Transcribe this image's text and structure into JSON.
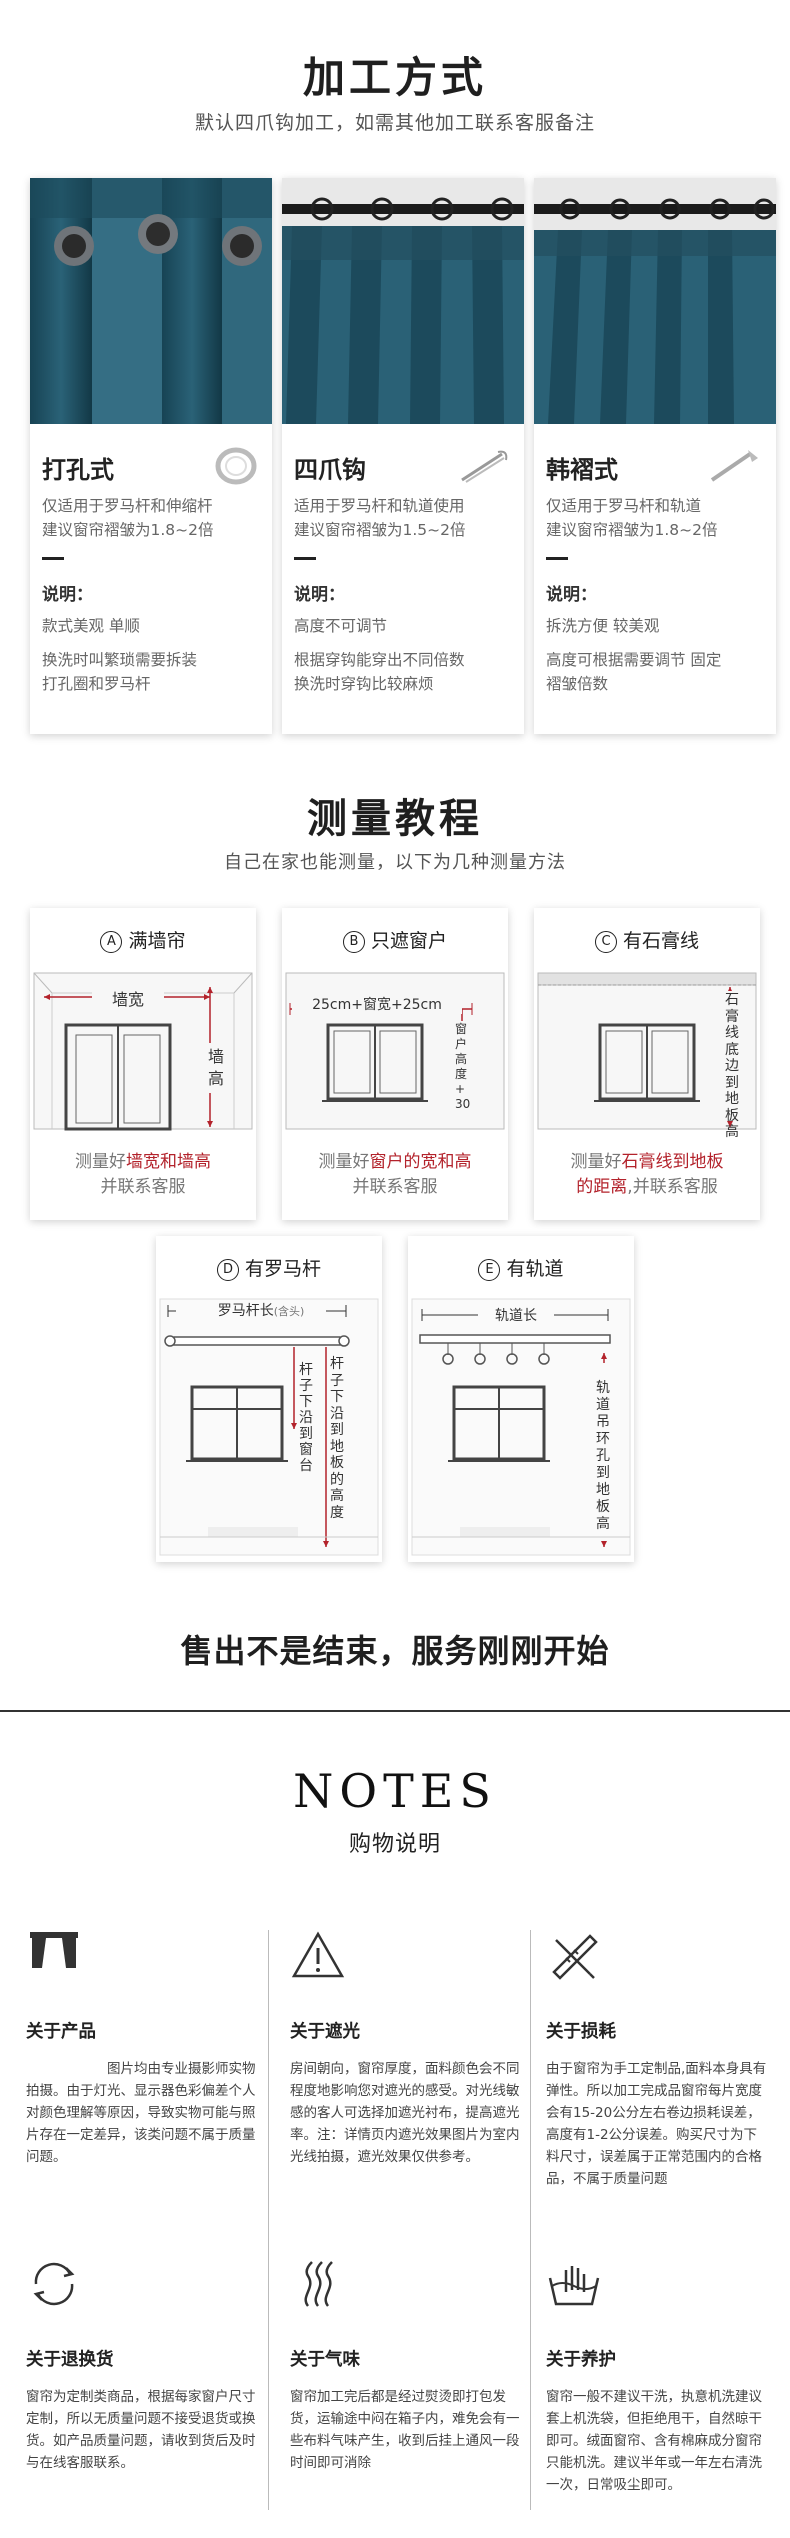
{
  "processing": {
    "title": "加工方式",
    "subtitle": "默认四爪钩加工，如需其他加工联系客服备注",
    "methods": [
      {
        "name": "打孔式",
        "icon": "grommet-ring-icon",
        "desc1": "仅适用于罗马杆和伸缩杆",
        "desc2": "建议窗帘褶皱为1.8~2倍",
        "note_title": "说明：",
        "note1": "款式美观 单顺",
        "note2a": "换洗时叫繁琐需要拆装",
        "note2b": "打孔圈和罗马杆"
      },
      {
        "name": "四爪钩",
        "icon": "four-claw-hook-icon",
        "desc1": "适用于罗马杆和轨道使用",
        "desc2": "建议窗帘褶皱为1.5~2倍",
        "note_title": "说明：",
        "note1": "高度不可调节",
        "note2a": "根据穿钩能穿出不同倍数",
        "note2b": "换洗时穿钩比较麻烦"
      },
      {
        "name": "韩褶式",
        "icon": "pleat-tape-icon",
        "desc1": "仅适用于罗马杆和轨道",
        "desc2": "建议窗帘褶皱为1.8~2倍",
        "note_title": "说明：",
        "note1": "拆洗方便 较美观",
        "note2a": "高度可根据需要调节 固定",
        "note2b": "褶皱倍数"
      }
    ]
  },
  "measure": {
    "title": "测量教程",
    "subtitle": "自己在家也能测量，以下为几种测量方法",
    "cards": [
      {
        "letter": "A",
        "title": "满墙帘",
        "label_top": "墙宽",
        "label_side": "墙高",
        "desc1_pre": "测量好",
        "desc1_red": "墙宽和墙高",
        "desc1_post": "",
        "desc2": "并联系客服"
      },
      {
        "letter": "B",
        "title": "只遮窗户",
        "label_top": "25cm+窗宽+25cm",
        "label_side": "窗户高度+30",
        "desc1_pre": "测量好",
        "desc1_red": "窗户的宽和高",
        "desc1_post": "",
        "desc2": "并联系客服"
      },
      {
        "letter": "C",
        "title": "有石膏线",
        "label_top": "",
        "label_side": "石膏线底边到地板高",
        "desc1_pre": "测量好",
        "desc1_red": "石膏线到地板",
        "desc1_post": "",
        "desc2_red": "的距离",
        "desc2": ",并联系客服"
      },
      {
        "letter": "D",
        "title": "有罗马杆",
        "label_top": "罗马杆长",
        "label_top_small": "(含头)",
        "label_side1": "杆子下沿到窗台",
        "label_side2": "杆子下沿到地板的高度"
      },
      {
        "letter": "E",
        "title": "有轨道",
        "label_top": "轨道长",
        "label_side": "轨道吊环孔到地板高"
      }
    ]
  },
  "slogan": "售出不是结束，服务刚刚开始",
  "notes": {
    "title": "NOTES",
    "subtitle": "购物说明",
    "items": [
      {
        "icon": "curtain-icon",
        "title": "关于产品",
        "body": "　　　　　　图片均由专业摄影师实物拍摄。由于灯光、显示器色彩偏差个人对颜色理解等原因，导致实物可能与照片存在一定差异，该类问题不属于质量问题。"
      },
      {
        "icon": "warning-triangle-icon",
        "title": "关于遮光",
        "body": "房间朝向，窗帘厚度，面料颜色会不同程度地影响您对遮光的感受。对光线敏感的客人可选择加遮光衬布，提高遮光率。注：详情页内遮光效果图片为室内光线拍摄，遮光效果仅供参考。"
      },
      {
        "icon": "ruler-pencil-icon",
        "title": "关于损耗",
        "body": "由于窗帘为手工定制品,面料本身具有弹性。所以加工完成品窗帘每片宽度会有15-20公分左右卷边损耗误差，高度有1-2公分误差。购买尺寸为下料尺寸，误差属于正常范围内的合格品，不属于质量问题"
      },
      {
        "icon": "return-exchange-icon",
        "title": "关于退换货",
        "body": "窗帘为定制类商品，根据每家窗户尺寸定制，所以无质量问题不接受退货或换货。如产品质量问题，请收到货后及时与在线客服联系。"
      },
      {
        "icon": "smell-wave-icon",
        "title": "关于气味",
        "body": "窗帘加工完后都是经过熨烫即打包发货，运输途中闷在箱子内，难免会有一些布料气味产生，收到后挂上通风一段时间即可消除"
      },
      {
        "icon": "hand-wash-icon",
        "title": "关于养护",
        "body": "窗帘一般不建议干洗，执意机洗建议套上机洗袋，但拒绝甩干，自然晾干即可。绒面窗帘、含有棉麻成分窗帘只能机洗。建议半年或一年左右清洗一次，日常吸尘即可。"
      }
    ]
  }
}
